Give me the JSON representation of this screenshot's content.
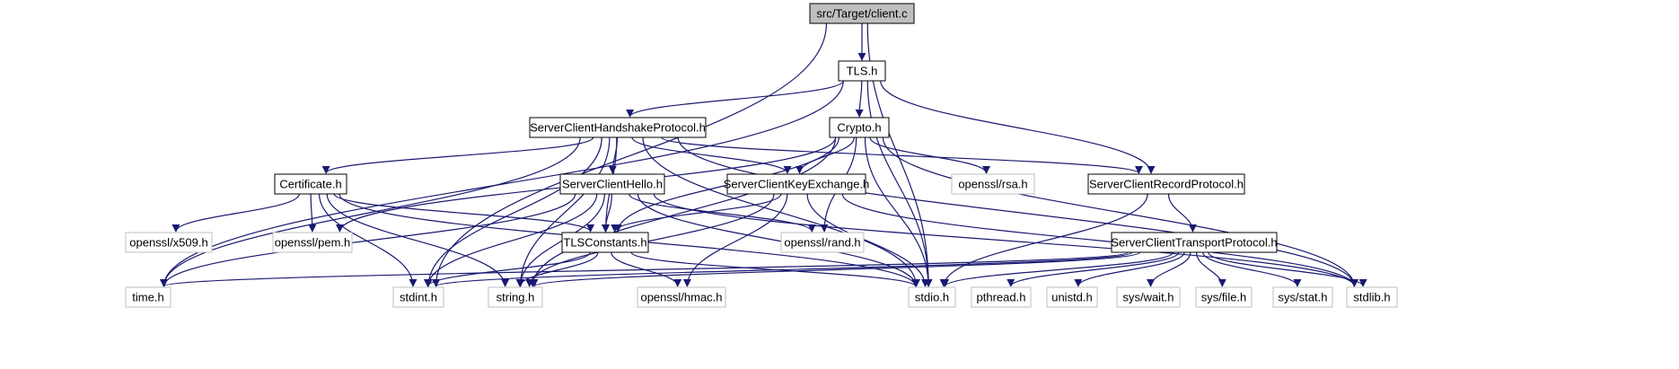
{
  "graph": {
    "colors": {
      "edge": "#191970",
      "root_fill": "#bfbfbf",
      "border_strong": "#000000",
      "border_weak": "#bfbfbf",
      "node_fill": "#ffffff"
    },
    "nodes": [
      {
        "id": "client",
        "label": "src/Target/client.c",
        "kind": "root"
      },
      {
        "id": "tls",
        "label": "TLS.h",
        "kind": "header"
      },
      {
        "id": "handshake",
        "label": "ServerClientHandshakeProtocol.h",
        "kind": "header"
      },
      {
        "id": "crypto",
        "label": "Crypto.h",
        "kind": "header"
      },
      {
        "id": "certificate",
        "label": "Certificate.h",
        "kind": "header"
      },
      {
        "id": "hello",
        "label": "ServerClientHello.h",
        "kind": "header"
      },
      {
        "id": "keyexchange",
        "label": "ServerClientKeyExchange.h",
        "kind": "header"
      },
      {
        "id": "rsa",
        "label": "openssl/rsa.h",
        "kind": "system"
      },
      {
        "id": "record",
        "label": "ServerClientRecordProtocol.h",
        "kind": "header"
      },
      {
        "id": "x509",
        "label": "openssl/x509.h",
        "kind": "system"
      },
      {
        "id": "pem",
        "label": "openssl/pem.h",
        "kind": "system"
      },
      {
        "id": "tlsconst",
        "label": "TLSConstants.h",
        "kind": "header"
      },
      {
        "id": "rand",
        "label": "openssl/rand.h",
        "kind": "system"
      },
      {
        "id": "transport",
        "label": "ServerClientTransportProtocol.h",
        "kind": "header"
      },
      {
        "id": "time",
        "label": "time.h",
        "kind": "system"
      },
      {
        "id": "stdint",
        "label": "stdint.h",
        "kind": "system"
      },
      {
        "id": "string",
        "label": "string.h",
        "kind": "system"
      },
      {
        "id": "hmac",
        "label": "openssl/hmac.h",
        "kind": "system"
      },
      {
        "id": "stdio",
        "label": "stdio.h",
        "kind": "system"
      },
      {
        "id": "pthread",
        "label": "pthread.h",
        "kind": "system"
      },
      {
        "id": "unistd",
        "label": "unistd.h",
        "kind": "system"
      },
      {
        "id": "syswait",
        "label": "sys/wait.h",
        "kind": "system"
      },
      {
        "id": "sysfile",
        "label": "sys/file.h",
        "kind": "system"
      },
      {
        "id": "sysstat",
        "label": "sys/stat.h",
        "kind": "system"
      },
      {
        "id": "stdlib",
        "label": "stdlib.h",
        "kind": "system"
      }
    ],
    "edges": [
      [
        "client",
        "tls"
      ],
      [
        "client",
        "stdint"
      ],
      [
        "client",
        "stdio"
      ],
      [
        "tls",
        "handshake"
      ],
      [
        "tls",
        "crypto"
      ],
      [
        "tls",
        "record"
      ],
      [
        "tls",
        "time"
      ],
      [
        "tls",
        "stdio"
      ],
      [
        "handshake",
        "certificate"
      ],
      [
        "handshake",
        "hello"
      ],
      [
        "handshake",
        "keyexchange"
      ],
      [
        "handshake",
        "record"
      ],
      [
        "handshake",
        "tlsconst"
      ],
      [
        "handshake",
        "time"
      ],
      [
        "handshake",
        "stdint"
      ],
      [
        "handshake",
        "string"
      ],
      [
        "handshake",
        "stdio"
      ],
      [
        "handshake",
        "stdlib"
      ],
      [
        "crypto",
        "keyexchange"
      ],
      [
        "crypto",
        "rsa"
      ],
      [
        "crypto",
        "pem"
      ],
      [
        "crypto",
        "rand"
      ],
      [
        "crypto",
        "tlsconst"
      ],
      [
        "crypto",
        "string"
      ],
      [
        "crypto",
        "stdio"
      ],
      [
        "crypto",
        "stdlib"
      ],
      [
        "certificate",
        "x509"
      ],
      [
        "certificate",
        "pem"
      ],
      [
        "certificate",
        "tlsconst"
      ],
      [
        "certificate",
        "stdint"
      ],
      [
        "certificate",
        "string"
      ],
      [
        "certificate",
        "stdio"
      ],
      [
        "hello",
        "tlsconst"
      ],
      [
        "hello",
        "rand"
      ],
      [
        "hello",
        "time"
      ],
      [
        "hello",
        "stdint"
      ],
      [
        "hello",
        "string"
      ],
      [
        "hello",
        "stdio"
      ],
      [
        "hello",
        "stdlib"
      ],
      [
        "keyexchange",
        "tlsconst"
      ],
      [
        "keyexchange",
        "hmac"
      ],
      [
        "keyexchange",
        "string"
      ],
      [
        "keyexchange",
        "stdio"
      ],
      [
        "keyexchange",
        "stdlib"
      ],
      [
        "record",
        "transport"
      ],
      [
        "record",
        "stdio"
      ],
      [
        "tlsconst",
        "hmac"
      ],
      [
        "tlsconst",
        "stdint"
      ],
      [
        "tlsconst",
        "string"
      ],
      [
        "tlsconst",
        "stdio"
      ],
      [
        "transport",
        "time"
      ],
      [
        "transport",
        "stdint"
      ],
      [
        "transport",
        "string"
      ],
      [
        "transport",
        "stdio"
      ],
      [
        "transport",
        "pthread"
      ],
      [
        "transport",
        "unistd"
      ],
      [
        "transport",
        "syswait"
      ],
      [
        "transport",
        "sysfile"
      ],
      [
        "transport",
        "sysstat"
      ],
      [
        "transport",
        "stdlib"
      ]
    ]
  }
}
